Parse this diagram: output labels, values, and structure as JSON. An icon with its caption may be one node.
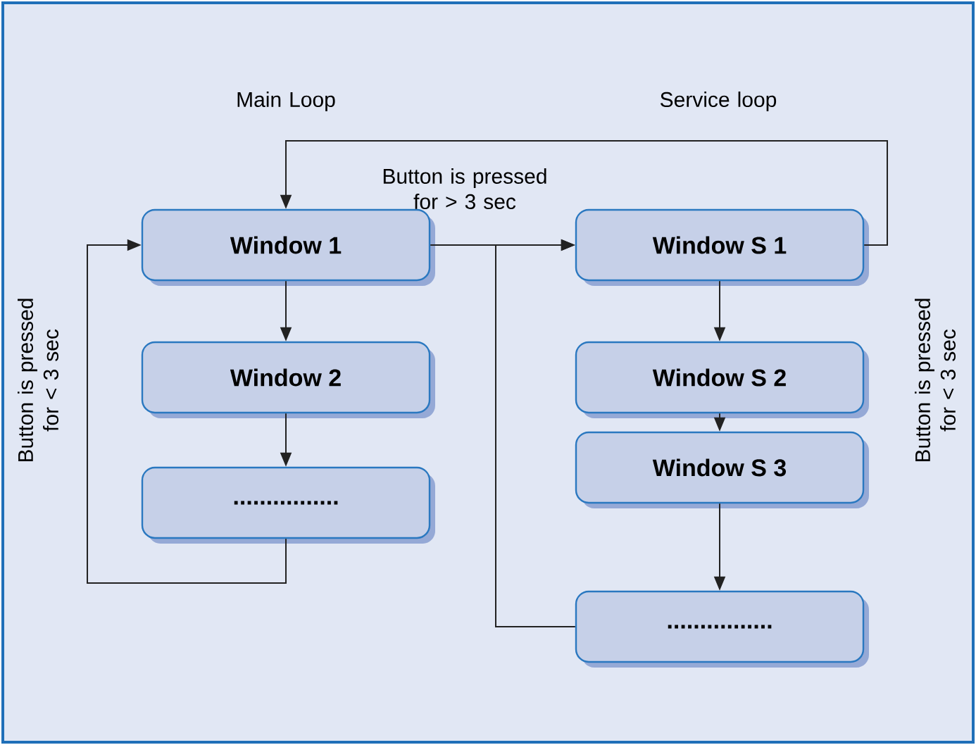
{
  "diagram": {
    "nodes": [
      {
        "text": [
          "Window 1"
        ]
      },
      {
        "text": [
          "Window 2"
        ]
      },
      {
        "text": [
          "................"
        ]
      },
      {
        "text": [
          "Window S 1"
        ]
      },
      {
        "text": [
          "Window S 2"
        ]
      },
      {
        "text": [
          "Window S 3"
        ]
      },
      {
        "text": [
          "................"
        ]
      }
    ],
    "edges": [
      {
        "from": 0,
        "to": 1,
        "arrow": "to"
      },
      {
        "from": 1,
        "to": 2,
        "arrow": "to"
      },
      {
        "from": 2,
        "to": 0,
        "arrow": "to",
        "label": "Button is pressed for < 3 sec"
      },
      {
        "from": 0,
        "to": 3,
        "arrow": "to",
        "label": "Button is pressed for > 3 sec"
      },
      {
        "from": 6,
        "to": 3,
        "arrow": "to"
      },
      {
        "from": 3,
        "to": 0,
        "arrow": "to"
      },
      {
        "from": 3,
        "to": 4,
        "arrow": "to"
      },
      {
        "from": 4,
        "to": 5,
        "arrow": "to"
      },
      {
        "from": 5,
        "to": 6,
        "arrow": "to"
      }
    ],
    "labels": [
      "Main Loop",
      "Service loop",
      "Button is pressed for < 3 sec"
    ]
  }
}
